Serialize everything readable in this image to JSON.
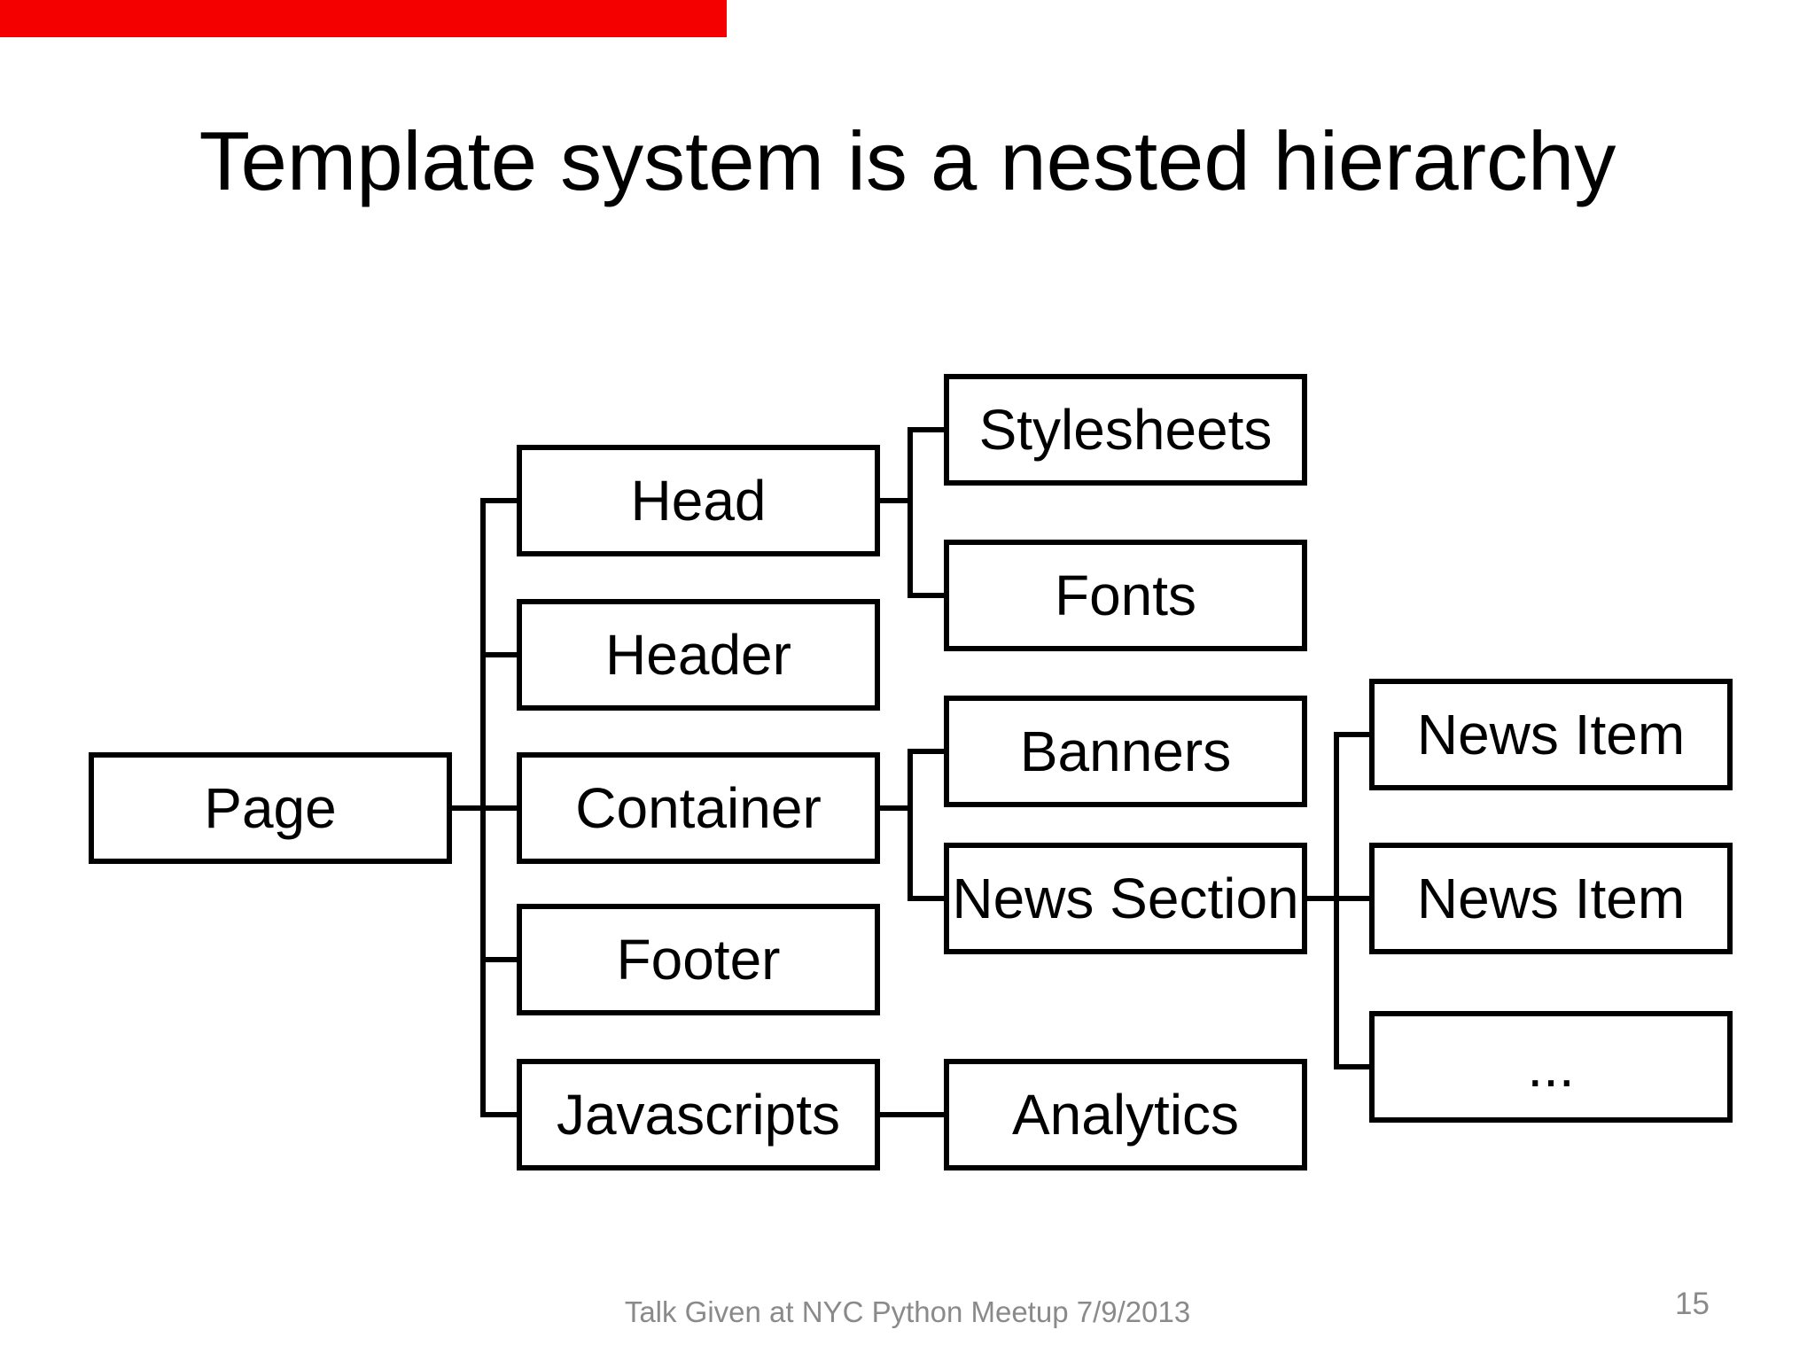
{
  "slide": {
    "title": "Template system is a nested hierarchy",
    "footer_caption": "Talk Given at NYC Python Meetup 7/9/2013",
    "page_number": "15"
  },
  "colors": {
    "background": "#ffffff",
    "box_border": "#000000",
    "box_text": "#000000",
    "footer_text": "#8a8a8a",
    "progress_bar_red": "#f40000"
  },
  "diagram": {
    "nodes": {
      "page": "Page",
      "head": "Head",
      "header": "Header",
      "container": "Container",
      "footer_box": "Footer",
      "javascripts": "Javascripts",
      "stylesheets": "Stylesheets",
      "fonts": "Fonts",
      "banners": "Banners",
      "news_section": "News Section",
      "analytics": "Analytics",
      "news_item_1": "News Item",
      "news_item_2": "News Item",
      "more": "..."
    },
    "hierarchy": {
      "Page": [
        "Head",
        "Header",
        "Container",
        "Footer",
        "Javascripts"
      ],
      "Head": [
        "Stylesheets",
        "Fonts"
      ],
      "Container": [
        "Banners",
        "News Section"
      ],
      "News Section": [
        "News Item",
        "News Item",
        "..."
      ],
      "Javascripts": [
        "Analytics"
      ]
    }
  }
}
